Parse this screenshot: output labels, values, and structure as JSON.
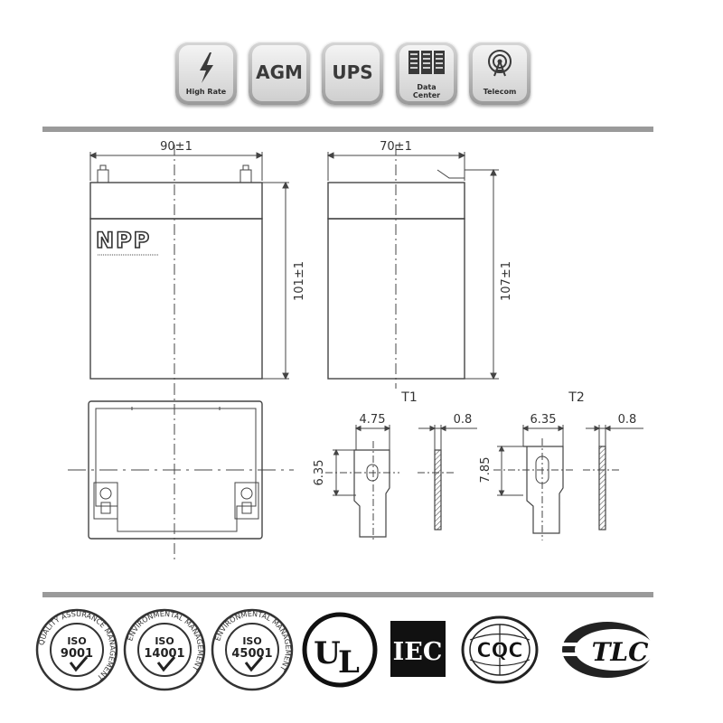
{
  "badges": [
    {
      "icon": "lightning-icon",
      "label": "High Rate"
    },
    {
      "big": "AGM"
    },
    {
      "big": "UPS"
    },
    {
      "icon": "server-rack-icon",
      "label_line1": "Data",
      "label_line2": "Center"
    },
    {
      "icon": "antenna-icon",
      "label": "Telecom"
    }
  ],
  "front_view": {
    "width_dim": "90±1",
    "height_dim": "101±1",
    "brand": "NPP"
  },
  "side_view": {
    "width_dim": "70±1",
    "height_dim": "107±1"
  },
  "terminal_t1": {
    "title": "T1",
    "width_dim": "4.75",
    "thickness_dim": "0.8",
    "height_dim": "6.35"
  },
  "terminal_t2": {
    "title": "T2",
    "width_dim": "6.35",
    "thickness_dim": "0.8",
    "height_dim": "7.85"
  },
  "certifications": [
    {
      "name": "ISO 9001",
      "ring_text": "QUALITY ASSURANCE MANAGEMENT",
      "line1": "ISO",
      "line2": "9001"
    },
    {
      "name": "ISO 14001",
      "ring_text": "ENVIRONMENTAL MANAGEMENT",
      "line1": "ISO",
      "line2": "14001"
    },
    {
      "name": "ISO 45001",
      "ring_text": "ENVIRONMENTAL MANAGEMENT",
      "line1": "ISO",
      "line2": "45001"
    },
    {
      "name": "UL",
      "text": "UL"
    },
    {
      "name": "IEC",
      "text": "IEC"
    },
    {
      "name": "CQC",
      "text": "CQC"
    },
    {
      "name": "TLC",
      "text": "TLC"
    }
  ]
}
